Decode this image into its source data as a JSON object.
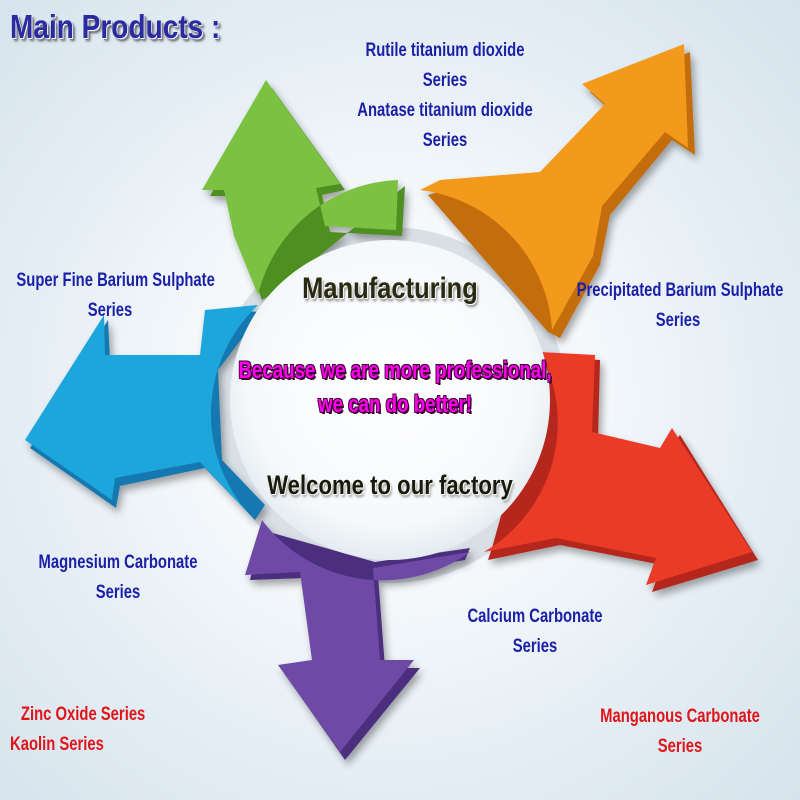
{
  "heading": "Main Products :",
  "center": {
    "title": "Manufacturing",
    "slogan_line1": "Because we are more professional,",
    "slogan_line2": "we can do better!",
    "welcome": "Welcome to our factory"
  },
  "products": {
    "top_line1": "Rutile titanium dioxide",
    "top_line2": "Series",
    "top_line3": "Anatase titanium dioxide",
    "top_line4": "Series",
    "precipitated_line1": "Precipitated Barium Sulphate",
    "precipitated_line2": "Series",
    "superfine_line1": "Super Fine Barium Sulphate",
    "superfine_line2": "Series",
    "magnesium_line1": "Magnesium  Carbonate",
    "magnesium_line2": "Series",
    "calcium_line1": "Calcium Carbonate",
    "calcium_line2": "Series",
    "zinc_line1": "Zinc  Oxide   Series",
    "zinc_line2": "Kaolin    Series",
    "manganous_line1": "Manganous Carbonate",
    "manganous_line2": "Series"
  },
  "colors": {
    "green": "#7cc242",
    "orange": "#f39a1e",
    "red": "#ea3b26",
    "purple": "#6e4aa6",
    "blue": "#1ea6dc",
    "label_blue": "#1a1fa8",
    "label_red": "#e0151a",
    "slogan_magenta": "#ff00ee"
  }
}
